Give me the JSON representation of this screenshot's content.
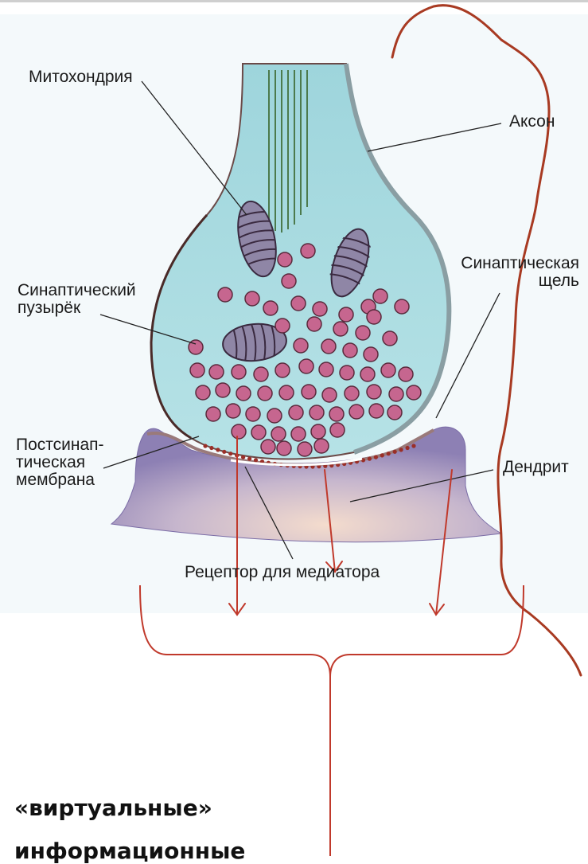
{
  "diagram": {
    "labels": {
      "mitochondria": "Митохондрия",
      "axon": "Аксон",
      "synaptic_vesicle": "Синаптический\nпузырёк",
      "synaptic_cleft": "Синаптическая\nщель",
      "postsynaptic_membrane": "Постсинап-\nтическая\nмембрана",
      "dendrite": "Дендрит",
      "receptor": "Рецептор для медиатора"
    },
    "colors": {
      "cytoplasm": "#a9dde3",
      "vesicle": "#c6668f",
      "mitochondria": "#8f86a6",
      "dendrite": "#8d80b4",
      "annotation": "#b03a22"
    }
  },
  "caption": {
    "line1": "«виртуальные»",
    "line2": "информационные"
  }
}
